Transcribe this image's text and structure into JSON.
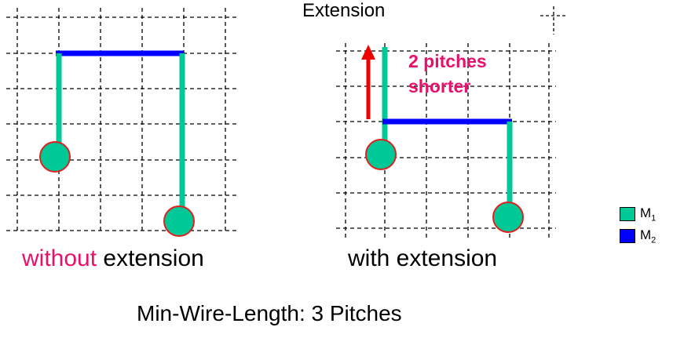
{
  "title": "Extension",
  "left_panel": {
    "caption_highlight": "without",
    "caption_rest": " extension"
  },
  "right_panel": {
    "caption": "with extension",
    "note_line1": "2 pitches",
    "note_line2": "shorter"
  },
  "footer": "Min-Wire-Length: 3 Pitches",
  "legend": [
    {
      "label": "M",
      "subscript": "1",
      "color": "#00c896"
    },
    {
      "label": "M",
      "subscript": "2",
      "color": "#0000ff"
    }
  ],
  "colors": {
    "m1_wire": "#00c896",
    "m2_wire": "#0000ff",
    "pin_fill": "#00c896",
    "pin_outline": "#e02020",
    "arrow": "#ee0000",
    "highlight_text": "#e8106a"
  }
}
